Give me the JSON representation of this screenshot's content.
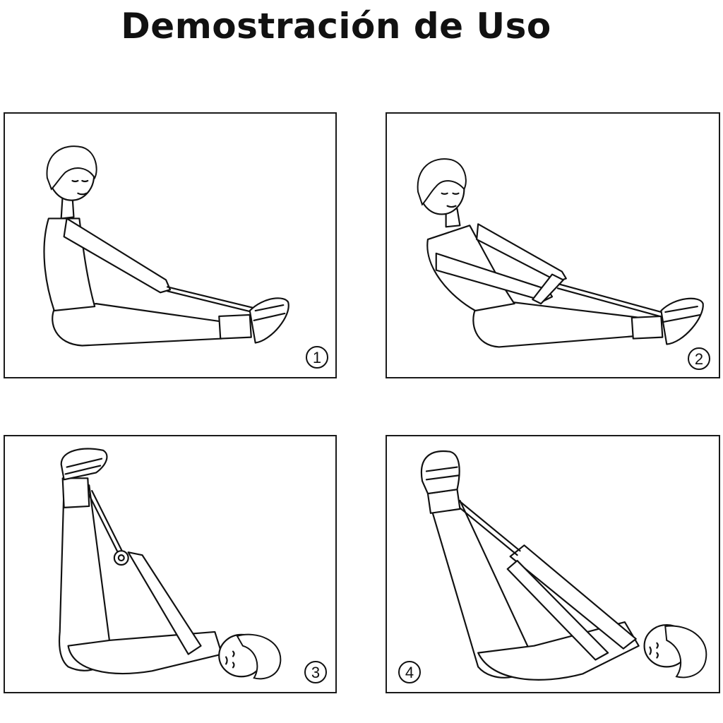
{
  "title": "Demostración de Uso",
  "steps": [
    {
      "number": "1"
    },
    {
      "number": "2"
    },
    {
      "number": "3"
    },
    {
      "number": "4"
    }
  ]
}
